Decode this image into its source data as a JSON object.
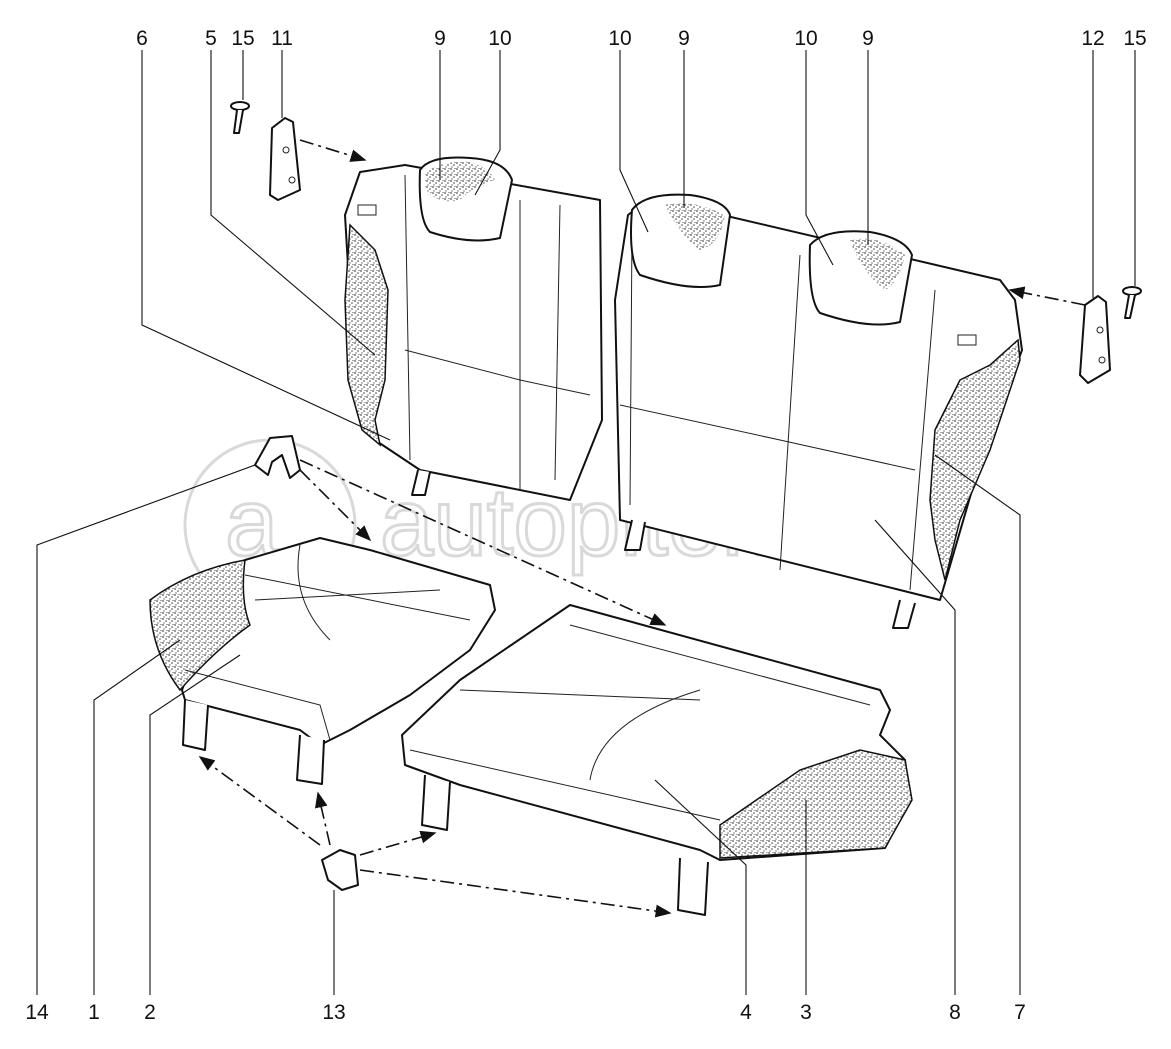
{
  "diagram": {
    "title": "Rear seat exploded view",
    "watermark": "autopiter.ru",
    "watermark_logo": "a",
    "top_labels": [
      "6",
      "5",
      "15",
      "11",
      "9",
      "10",
      "10",
      "9",
      "10",
      "9",
      "12",
      "15"
    ],
    "bottom_labels": [
      "14",
      "1",
      "2",
      "13",
      "4",
      "3",
      "8",
      "7"
    ],
    "colors": {
      "line": "#111111",
      "watermark": "#d9d9d9",
      "texture": "#555555"
    }
  }
}
